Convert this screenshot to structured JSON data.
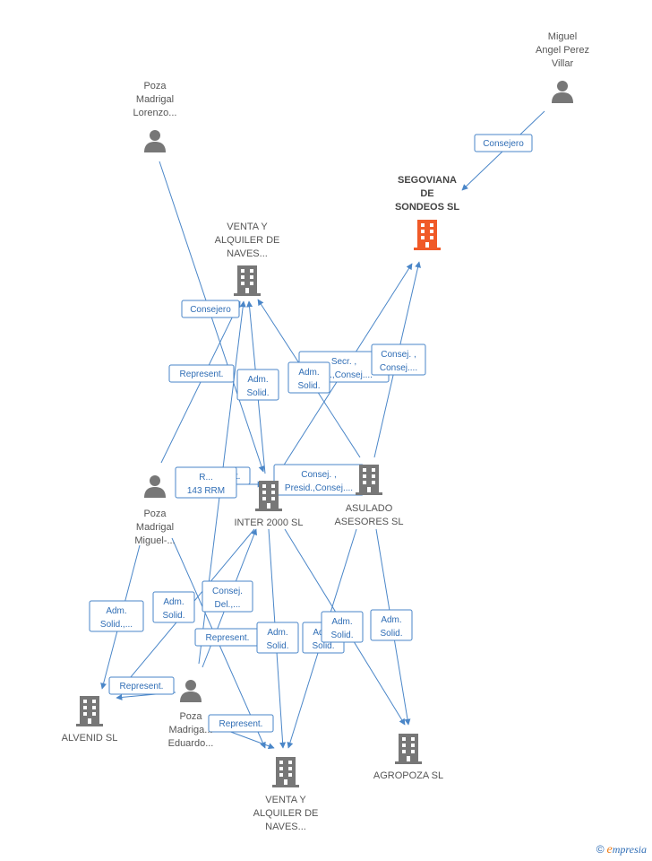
{
  "colors": {
    "edge": "#4a86c8",
    "node_person": "#777777",
    "node_company": "#777777",
    "node_main": "#f05a28",
    "label_text": "#555555",
    "edge_label_text": "#2f6db5"
  },
  "nodes": [
    {
      "id": "miguel",
      "kind": "person",
      "lines": [
        "Miguel",
        "Angel Perez",
        "Villar"
      ]
    },
    {
      "id": "poza_lorenzo",
      "kind": "person",
      "lines": [
        "Poza",
        "Madrigal",
        "Lorenzo..."
      ]
    },
    {
      "id": "segoviana",
      "kind": "company-main",
      "lines": [
        "SEGOVIANA",
        "DE",
        "SONDEOS SL"
      ]
    },
    {
      "id": "venta_top",
      "kind": "company",
      "lines": [
        "VENTA Y",
        "ALQUILER DE",
        "NAVES..."
      ]
    },
    {
      "id": "poza_miguel",
      "kind": "person",
      "lines": [
        "Poza",
        "Madrigal",
        "Miguel-..."
      ]
    },
    {
      "id": "inter2000",
      "kind": "company",
      "lines": [
        "INTER 2000 SL"
      ]
    },
    {
      "id": "asulado",
      "kind": "company",
      "lines": [
        "ASULADO",
        "ASESORES SL"
      ]
    },
    {
      "id": "alvenid",
      "kind": "company",
      "lines": [
        "ALVENID SL"
      ]
    },
    {
      "id": "poza_eduardo",
      "kind": "person",
      "lines": [
        "Poza",
        "Madriga...",
        "Eduardo..."
      ]
    },
    {
      "id": "agropoza",
      "kind": "company",
      "lines": [
        "AGROPOZA SL"
      ]
    },
    {
      "id": "venta_bottom",
      "kind": "company",
      "lines": [
        "VENTA Y",
        "ALQUILER DE",
        "NAVES..."
      ]
    }
  ],
  "edge_labels": [
    {
      "id": "consejero_miguel",
      "lines": [
        "Consejero"
      ]
    },
    {
      "id": "consejero_lorenzo",
      "lines": [
        "Consejero"
      ]
    },
    {
      "id": "represent_1",
      "lines": [
        "Represent."
      ]
    },
    {
      "id": "adm_solid_1",
      "lines": [
        "Adm.",
        "Solid."
      ]
    },
    {
      "id": "secr",
      "lines": [
        "Secr. ,",
        "...ej.,Consej...."
      ]
    },
    {
      "id": "adm_solid_2",
      "lines": [
        "Adm.",
        "Solid."
      ]
    },
    {
      "id": "consej_2",
      "lines": [
        "Consej. ,",
        "Consej...."
      ]
    },
    {
      "id": "represent_2",
      "lines": [
        "Represent."
      ]
    },
    {
      "id": "rrm",
      "lines": [
        "R...",
        "143 RRM"
      ]
    },
    {
      "id": "consej_presid",
      "lines": [
        "Consej. ,",
        "Presid.,Consej...."
      ]
    },
    {
      "id": "adm_solid_3",
      "lines": [
        "Adm.",
        "Solid.,..."
      ]
    },
    {
      "id": "adm_solid_4",
      "lines": [
        "Adm.",
        "Solid."
      ]
    },
    {
      "id": "consej_del",
      "lines": [
        "Consej.",
        "Del.,..."
      ]
    },
    {
      "id": "represent_3",
      "lines": [
        "Represent."
      ]
    },
    {
      "id": "adm_solid_5",
      "lines": [
        "Adm.",
        "Solid."
      ]
    },
    {
      "id": "adm_solid_6",
      "lines": [
        "Adm.",
        "Solid."
      ]
    },
    {
      "id": "adm_solid_7",
      "lines": [
        "Adm.",
        "Solid."
      ]
    },
    {
      "id": "adm_solid_8",
      "lines": [
        "Adm.",
        "Solid."
      ]
    },
    {
      "id": "represent_4",
      "lines": [
        "Represent."
      ]
    },
    {
      "id": "represent_5",
      "lines": [
        "Represent."
      ]
    }
  ],
  "brand": {
    "copyright": "©",
    "initial": "e",
    "name": "mpresia"
  }
}
